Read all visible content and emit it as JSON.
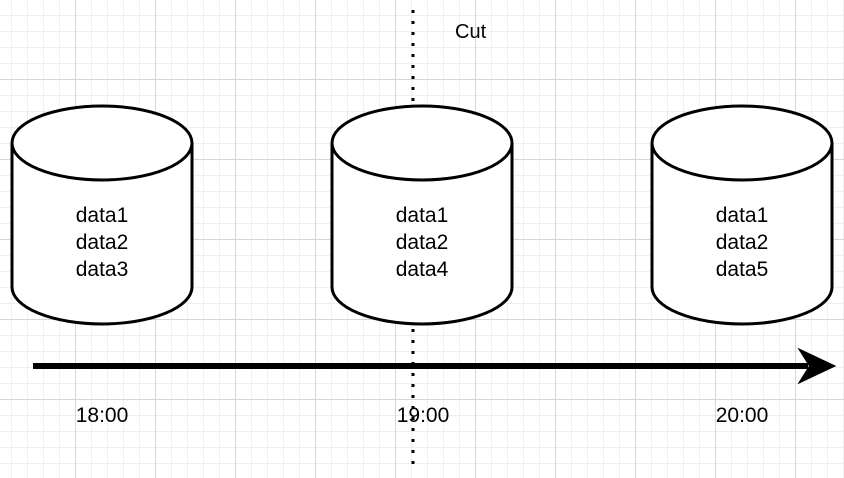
{
  "cut_label": "Cut",
  "databases": [
    {
      "lines": [
        "data1",
        "data2",
        "data3"
      ]
    },
    {
      "lines": [
        "data1",
        "data2",
        "data4"
      ]
    },
    {
      "lines": [
        "data1",
        "data2",
        "data5"
      ]
    }
  ],
  "timeline": {
    "ticks": [
      "18:00",
      "19:00",
      "20:00"
    ]
  }
}
